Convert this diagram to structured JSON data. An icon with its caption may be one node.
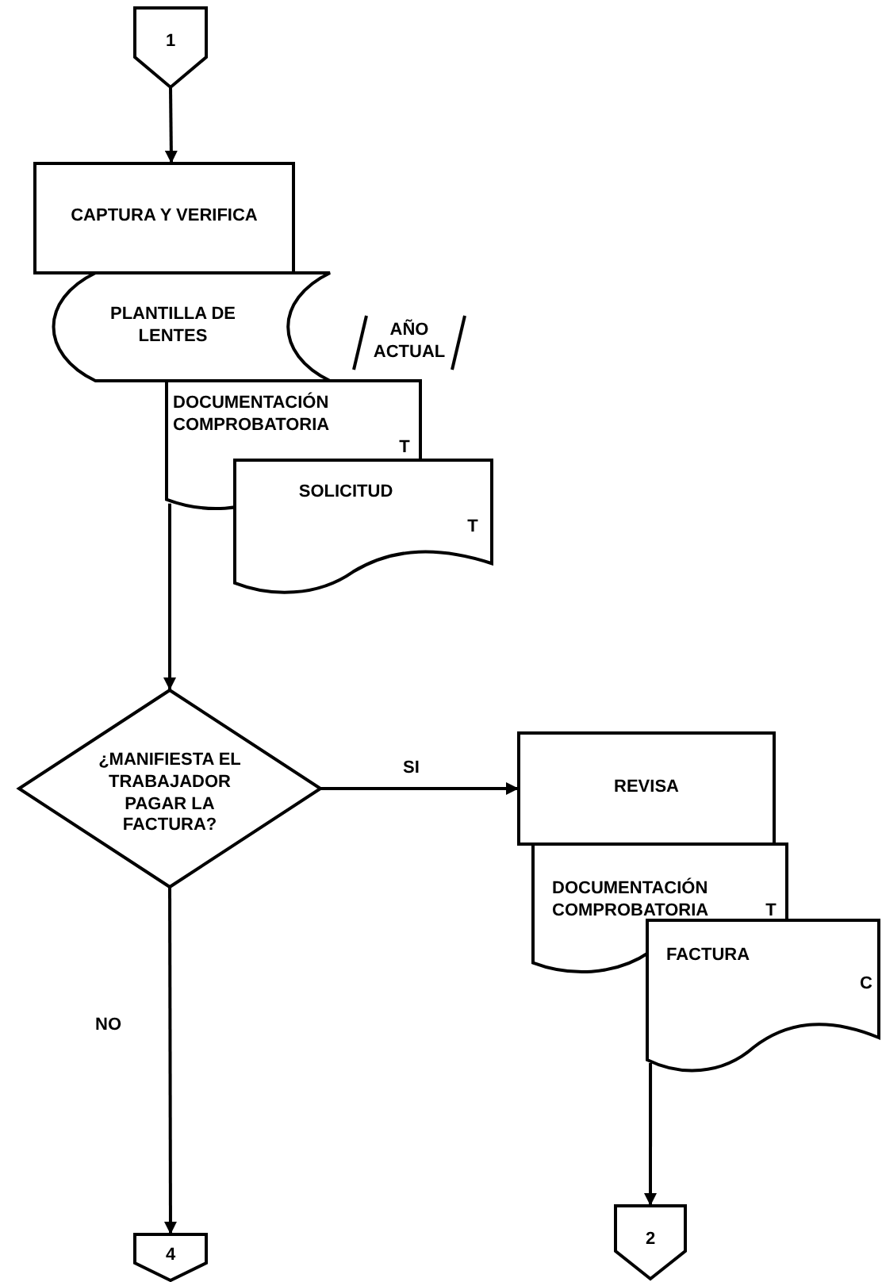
{
  "diagram": {
    "nodes": [
      {
        "text": [
          "1"
        ]
      },
      {
        "text": [
          "CAPTURA Y VERIFICA"
        ]
      },
      {
        "text": [
          "PLANTILLA DE LENTES"
        ]
      },
      {
        "text": [
          "DOCUMENTACIÓN COMPROBATORIA",
          "T"
        ]
      },
      {
        "text": [
          "SOLICITUD",
          "T"
        ]
      },
      {
        "text": [
          "¿MANIFIESTA EL TRABAJADOR PAGAR LA FACTURA?"
        ]
      },
      {
        "text": [
          "REVISA"
        ]
      },
      {
        "text": [
          "DOCUMENTACIÓN COMPROBATORIA",
          "T"
        ]
      },
      {
        "text": [
          "FACTURA",
          "C"
        ]
      },
      {
        "text": [
          "4"
        ]
      },
      {
        "text": [
          "2"
        ]
      }
    ],
    "edges": [
      {
        "from": 0,
        "to": 1,
        "arrow": "to"
      },
      {
        "from": 3,
        "to": 5,
        "arrow": "to"
      },
      {
        "from": 5,
        "to": 6,
        "arrow": "to",
        "label": "SI"
      },
      {
        "from": 5,
        "to": 9,
        "arrow": "to",
        "label": "NO"
      },
      {
        "from": 8,
        "to": 10,
        "arrow": "to"
      }
    ],
    "labels": [
      "AÑO ACTUAL"
    ]
  }
}
